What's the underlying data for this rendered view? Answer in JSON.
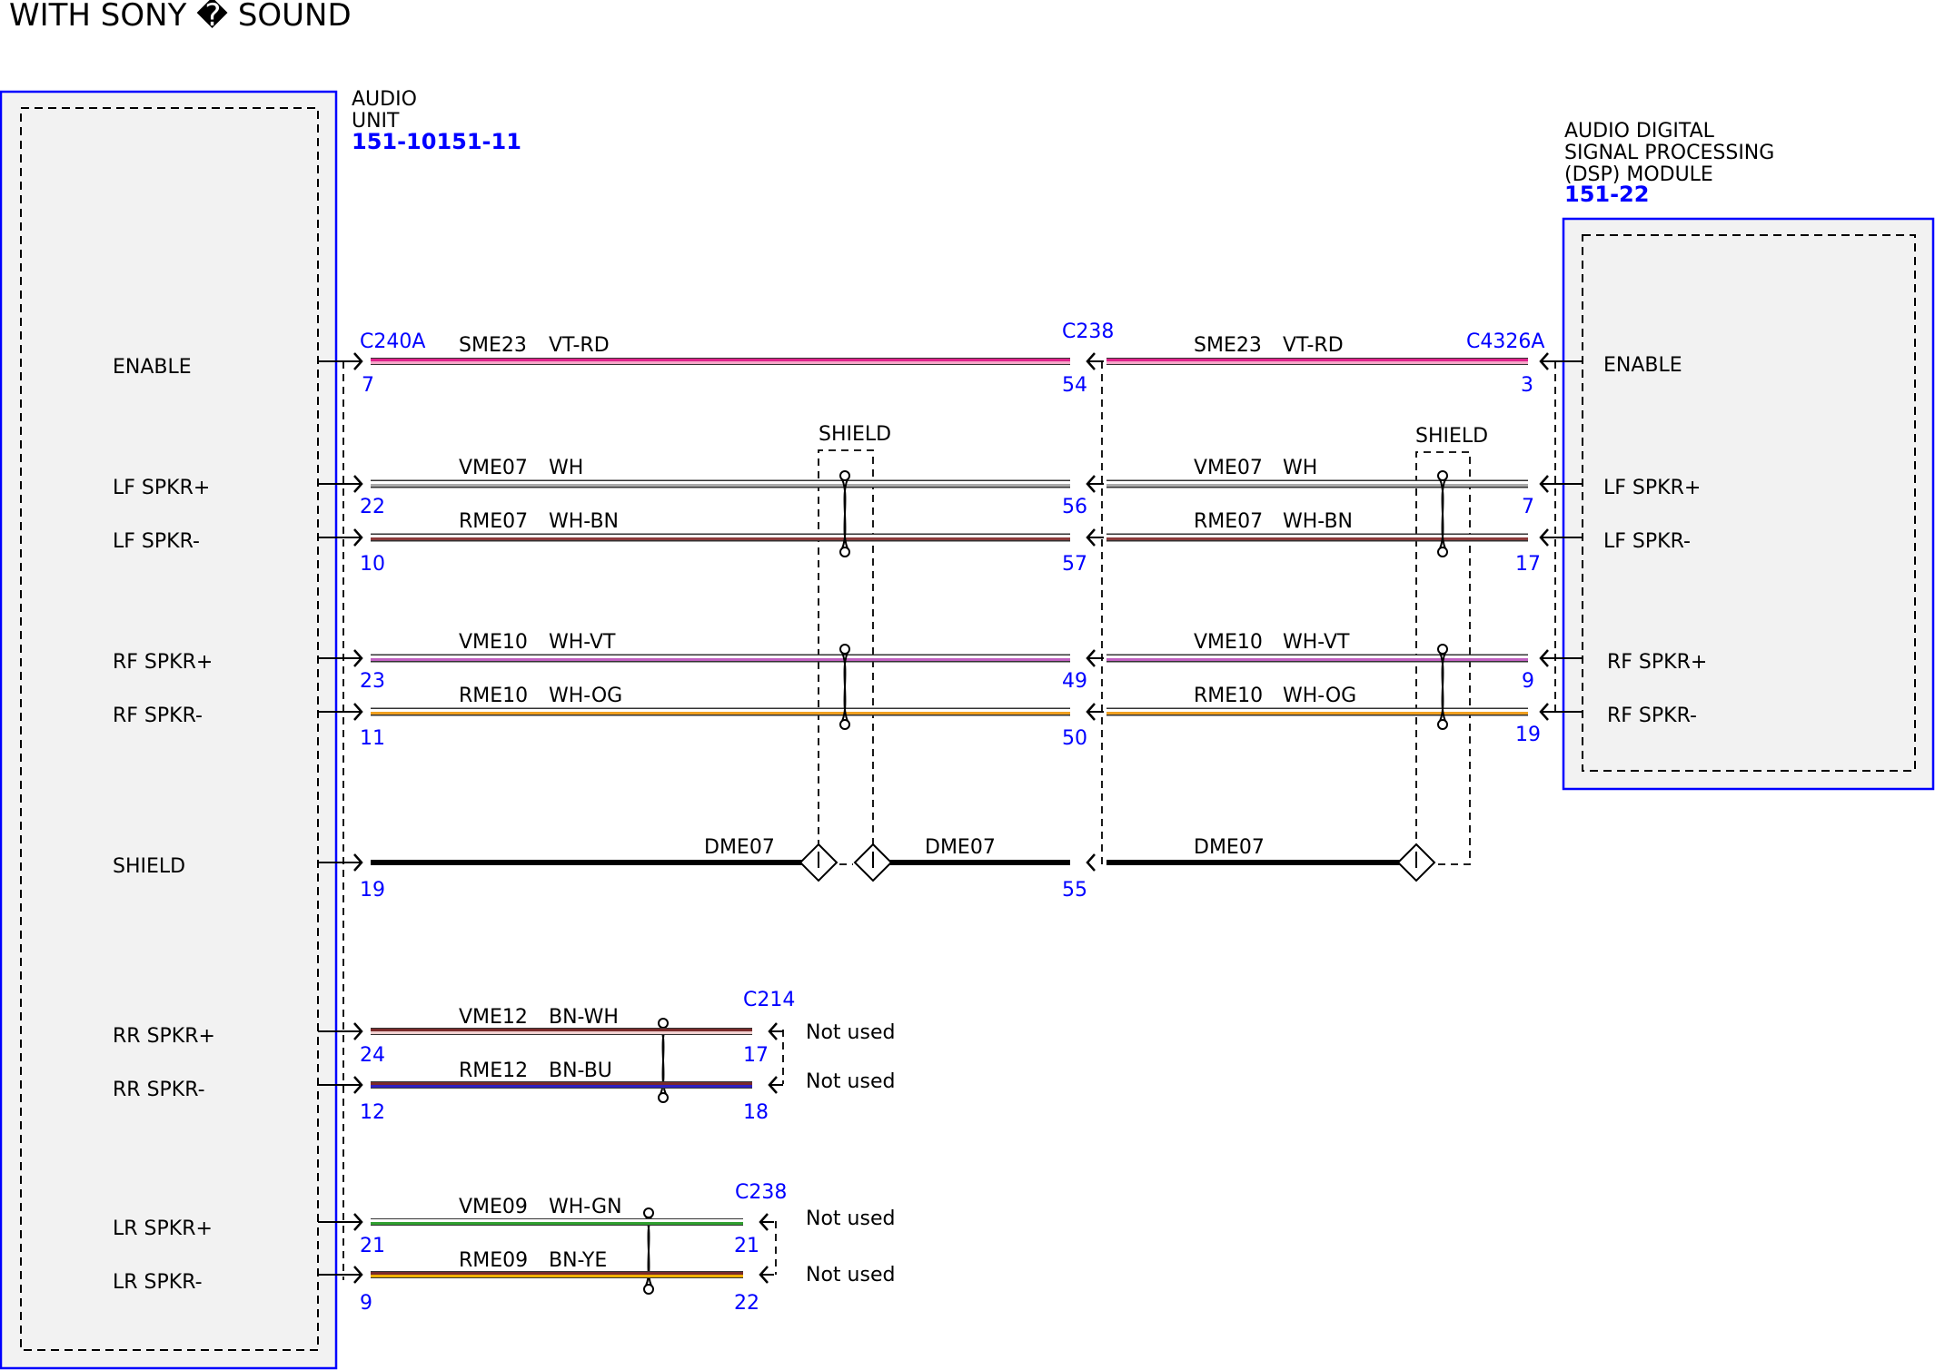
{
  "title": "WITH SONY � SOUND",
  "audio_unit": {
    "name_lines": [
      "AUDIO",
      "UNIT"
    ],
    "part_number": "151-10151-11",
    "pins": [
      "ENABLE",
      "LF SPKR+",
      "LF SPKR-",
      "RF SPKR+",
      "RF SPKR-",
      "SHIELD",
      "RR SPKR+",
      "RR SPKR-",
      "LR SPKR+",
      "LR SPKR-"
    ]
  },
  "dsp_module": {
    "name_lines": [
      "AUDIO DIGITAL",
      "SIGNAL PROCESSING",
      "(DSP) MODULE"
    ],
    "part_number": "151-22",
    "pins": [
      "ENABLE",
      "LF SPKR+",
      "LF SPKR-",
      "RF SPKR+",
      "RF SPKR-"
    ]
  },
  "connectors": {
    "audio_unit": "C240A",
    "inline": "C238",
    "dsp": "C4326A",
    "rear": "C214",
    "rear_inline": "C238"
  },
  "shield_label": "SHIELD",
  "not_used_label": "Not used",
  "wires": [
    {
      "circuit": "SME23",
      "color": "VT-RD",
      "unit_pin": "7",
      "inline_pin": "54",
      "dsp_pin": "3"
    },
    {
      "circuit": "VME07",
      "color": "WH",
      "unit_pin": "22",
      "inline_pin": "56",
      "dsp_pin": "7"
    },
    {
      "circuit": "RME07",
      "color": "WH-BN",
      "unit_pin": "10",
      "inline_pin": "57",
      "dsp_pin": "17"
    },
    {
      "circuit": "VME10",
      "color": "WH-VT",
      "unit_pin": "23",
      "inline_pin": "49",
      "dsp_pin": "9"
    },
    {
      "circuit": "RME10",
      "color": "WH-OG",
      "unit_pin": "11",
      "inline_pin": "50",
      "dsp_pin": "19"
    },
    {
      "circuit": "DME07",
      "unit_pin": "19",
      "inline_pin": "55"
    },
    {
      "circuit": "VME12",
      "color": "BN-WH",
      "unit_pin": "24",
      "end_pin": "17"
    },
    {
      "circuit": "RME12",
      "color": "BN-BU",
      "unit_pin": "12",
      "end_pin": "18"
    },
    {
      "circuit": "VME09",
      "color": "WH-GN",
      "unit_pin": "21",
      "end_pin": "21"
    },
    {
      "circuit": "RME09",
      "color": "BN-YE",
      "unit_pin": "9",
      "end_pin": "22"
    }
  ],
  "wire_colors": {
    "VT-RD": [
      "#e0218a",
      "#f4a6c8"
    ],
    "WH": [
      "#ffffff",
      "#aaaaaa"
    ],
    "WH-BN": [
      "#ffffff",
      "#8b3a3a"
    ],
    "WH-VT": [
      "#ffffff",
      "#c060c0"
    ],
    "WH-OG": [
      "#ffffff",
      "#f0a020"
    ],
    "BN-WH": [
      "#7a2a2a",
      "#f0d0d0"
    ],
    "BN-BU": [
      "#7a2a2a",
      "#3020c0"
    ],
    "WH-GN": [
      "#ffffff",
      "#30a030"
    ],
    "BN-YE": [
      "#7a2a2a",
      "#f0b000"
    ],
    "BK": [
      "#000000",
      "#000000"
    ]
  }
}
